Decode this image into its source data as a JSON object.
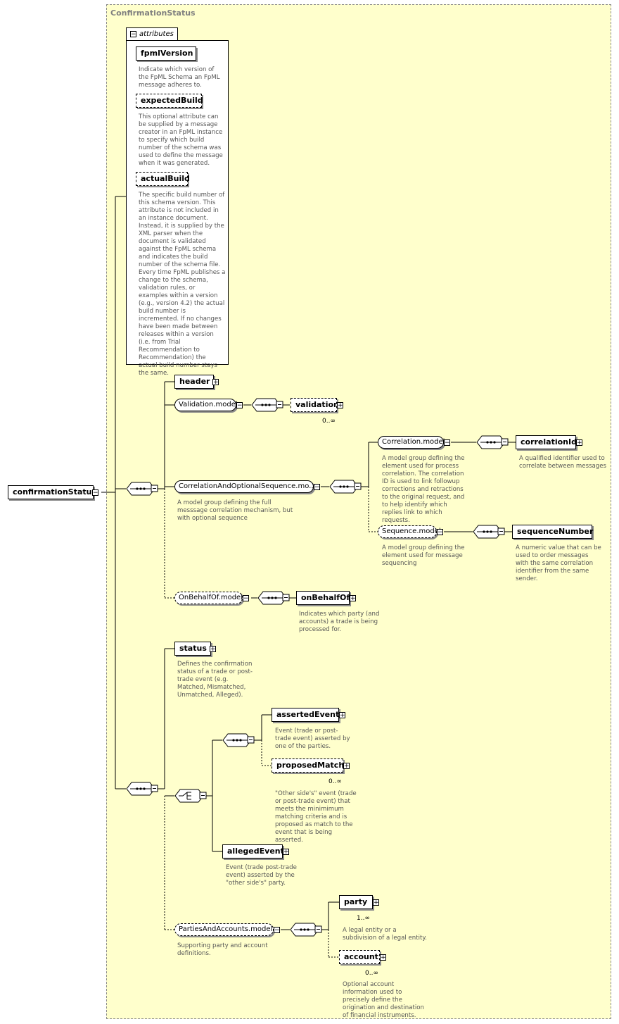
{
  "diagram": {
    "frame_title": "ConfirmationStatus",
    "root": "confirmationStatus",
    "attributes_tab": "attributes",
    "attributes": [
      {
        "name": "fpmlVersion",
        "desc": "Indicate which version of the FpML Schema an FpML message adheres to."
      },
      {
        "name": "expectedBuild",
        "desc": "This optional attribute can be supplied by a message creator in an FpML instance to specify which build number of the schema was used to define the message when it was generated."
      },
      {
        "name": "actualBuild",
        "desc": "The specific build number of this schema version. This attribute is not included in an instance document. Instead, it is supplied by the XML parser when the document is validated against the FpML schema and indicates the build number of the schema file. Every time FpML publishes a change to the schema, validation rules, or examples within a version (e.g., version 4.2) the actual build number is incremented. If no changes have been made between releases within a version (i.e. from Trial Recommendation to Recommendation) the actual build number stays the same."
      }
    ],
    "header": "header",
    "validation_model": "Validation.model",
    "validation": "validation",
    "validation_card": "0..∞",
    "corr_seq": "CorrelationAndOptionalSequence.mo...",
    "corr_seq_desc": "A model group defining the full messsage correlation mechanism, but with optional sequence",
    "correlation_model": "Correlation.model",
    "correlation_model_desc": "A model group defining the element used for process correlation. The correlation ID is used to link followup corrections and retractions to the original request, and to help identify which replies link to which requests.",
    "correlation_id": "correlationId",
    "correlation_id_desc": "A qualified identifier used to correlate between messages",
    "sequence_model": "Sequence.model",
    "sequence_model_desc": "A model group defining the element used for message sequencing",
    "sequence_number": "sequenceNumber",
    "sequence_number_desc": "A numeric value that can be used to order messages with the same correlation identifier from the same sender.",
    "onbehalfof_model": "OnBehalfOf.model",
    "onbehalfof": "onBehalfOf",
    "onbehalfof_desc": "Indicates which party (and accounts) a trade is being processed for.",
    "status": "status",
    "status_desc": "Defines the confirmation status of a trade or post-trade event (e.g. Matched, Mismatched, Unmatched, Alleged).",
    "asserted_event": "assertedEvent",
    "asserted_event_desc": "Event (trade or post-trade event) asserted by one of the parties.",
    "proposed_match": "proposedMatch",
    "proposed_match_card": "0..∞",
    "proposed_match_desc": "\"Other side's\" event (trade or post-trade event) that meets the minimimum matching criteria and is proposed as match to the event that is being asserted.",
    "alleged_event": "allegedEvent",
    "alleged_event_desc": "Event (trade post-trade event) asserted by the \"other side's\" party.",
    "parties_model": "PartiesAndAccounts.model",
    "parties_model_desc": "Supporting party and account definitions.",
    "party": "party",
    "party_card": "1..∞",
    "party_desc": "A legal entity or a subdivision of a legal entity.",
    "account": "account",
    "account_card": "0..∞",
    "account_desc": "Optional account information used to precisely define the origination and destination of financial instruments."
  }
}
